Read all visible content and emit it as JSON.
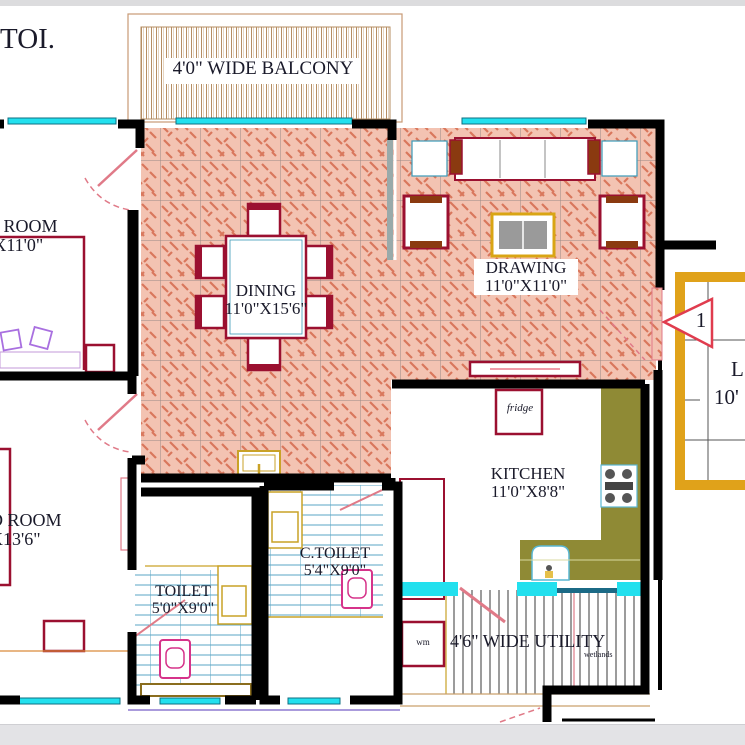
{
  "plan": {
    "title_fragment": "TOI.",
    "colors": {
      "wall": "#000000",
      "tile_floor": "#e9a58f",
      "furniture": "#9b1030",
      "window_glass": "#22e0ee",
      "kitchen_counter": "#8f8a35",
      "balcony_hatch": "#b9946a",
      "sanitary": "#d6338a",
      "fixture_outline": "#c9a227",
      "stair_frame": "#e0a21a"
    },
    "rooms": [
      {
        "id": "balcony",
        "name": "4'0\" WIDE BALCONY",
        "size": ""
      },
      {
        "id": "bedroom-1",
        "name": "D ROOM",
        "size": "\"X11'0\""
      },
      {
        "id": "dining",
        "name": "DINING",
        "size": "11'0\"X15'6\""
      },
      {
        "id": "drawing",
        "name": "DRAWING",
        "size": "11'0\"X11'0\""
      },
      {
        "id": "lift-lobby",
        "name": "L",
        "size": "10'"
      },
      {
        "id": "bedroom-2",
        "name": "D ROOM",
        "size": "X13'6\""
      },
      {
        "id": "kitchen",
        "name": "KITCHEN",
        "size": "11'0\"X8'8\""
      },
      {
        "id": "toilet",
        "name": "TOILET",
        "size": "5'0\"X9'0\""
      },
      {
        "id": "c-toilet",
        "name": "C.TOILET",
        "size": "5'4\"X9'0\""
      },
      {
        "id": "utility",
        "name": "4'6\" WIDE UTILITY",
        "size": ""
      }
    ],
    "fixtures": {
      "fridge": "fridge",
      "washing_machine": "wm",
      "wet_area": "wetlands"
    },
    "marker": {
      "label": "1"
    }
  }
}
